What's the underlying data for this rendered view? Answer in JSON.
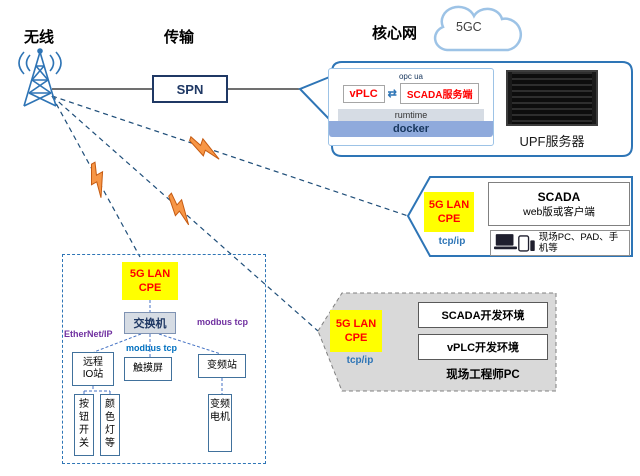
{
  "colors": {
    "accent_blue": "#2E75B6",
    "cpe_yellow": "#FFFF00",
    "cpe_red": "#FF0000",
    "protocol_purple": "#7030A0",
    "protocol_blue": "#0070C0",
    "dev_gray_fill": "#D9D9D9",
    "cloud_blue": "#9DC3E6",
    "docker_bar": "#8FAADC",
    "runtime_bar": "#D6DCE4",
    "lightning_orange": "#F79646"
  },
  "headers": {
    "wireless": "无线",
    "transmission": "传输",
    "core_network": "核心网",
    "cloud_label": "5GC",
    "spn": "SPN"
  },
  "core_box": {
    "opc_ua": "opc ua",
    "vplc": "vPLC",
    "arrow": "⇄",
    "scada_server": "SCADA服务端",
    "runtime": "rumtime",
    "docker": "docker",
    "upf_server": "UPF服务器"
  },
  "client_box": {
    "cpe_line1": "5G LAN",
    "cpe_line2": "CPE",
    "tcp_ip": "tcp/ip",
    "scada_title": "SCADA",
    "scada_subtitle": "web版或客户端",
    "devices_label": "现场PC、PAD、手机等"
  },
  "dev_box": {
    "cpe_line1": "5G LAN",
    "cpe_line2": "CPE",
    "tcp_ip": "tcp/ip",
    "scada_env": "SCADA开发环境",
    "vplc_env": "vPLC开发环境",
    "engineer_pc": "现场工程师PC"
  },
  "factory_box": {
    "cpe_line1": "5G LAN",
    "cpe_line2": "CPE",
    "switch": "交换机",
    "ethernet_ip": "EtherNet/IP",
    "modbus_tcp_purple": "modbus tcp",
    "modbus_tcp_blue": "modbus tcp",
    "remote_io_lines": [
      "远程",
      "IO站"
    ],
    "touch_screen": "触摸屏",
    "vfd_station": "变频站",
    "push_button": "按钮开关",
    "color_light": "颜色灯等",
    "vfd_motor": "变频电机"
  }
}
